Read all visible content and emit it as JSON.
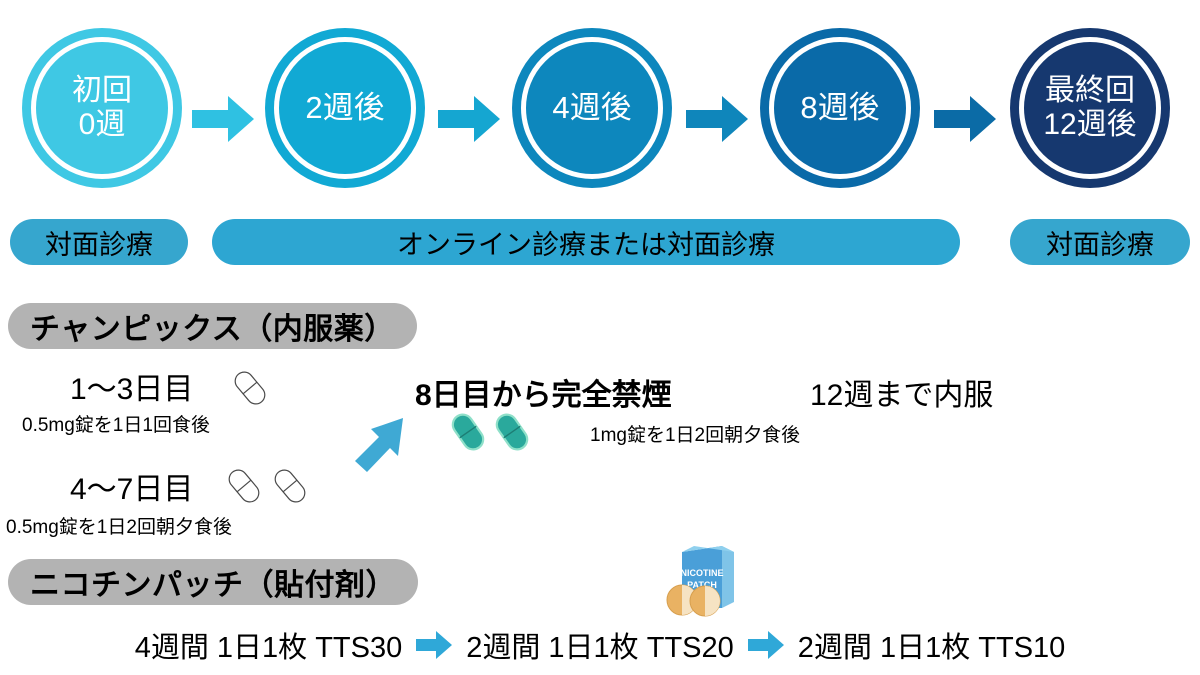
{
  "timeline": {
    "steps": [
      {
        "label": "初回\n0週",
        "fill": "#3fc8e4",
        "name": "step-initial-week0"
      },
      {
        "label": "2週後",
        "fill": "#11a9d4",
        "name": "step-week2"
      },
      {
        "label": "4週後",
        "fill": "#0d87bd",
        "name": "step-week4"
      },
      {
        "label": "8週後",
        "fill": "#0a6aa8",
        "name": "step-week8"
      },
      {
        "label": "最終回\n12週後",
        "fill": "#16386f",
        "name": "step-final-week12"
      }
    ],
    "arrows": [
      {
        "color": "#2fc1e2",
        "name": "timeline-arrow-1"
      },
      {
        "color": "#15a6d1",
        "name": "timeline-arrow-2"
      },
      {
        "color": "#0f86bb",
        "name": "timeline-arrow-3"
      },
      {
        "color": "#0b6ba6",
        "name": "timeline-arrow-4"
      }
    ]
  },
  "banners": [
    {
      "text": "対面診療",
      "color": "#36a6ce",
      "name": "banner-in-person-first"
    },
    {
      "text": "オンライン診療または対面診療",
      "color": "#2da6d2",
      "name": "banner-online-or-in-person"
    },
    {
      "text": "対面診療",
      "color": "#36a6ce",
      "name": "banner-in-person-final"
    }
  ],
  "champix": {
    "header": "チャンピックス（内服薬）",
    "day1_3": {
      "title": "1〜3日目",
      "detail": "0.5mg錠を1日1回食後",
      "capsule_count": 1
    },
    "day4_7": {
      "title": "4〜7日目",
      "detail": "0.5mg錠を1日2回朝夕食後",
      "capsule_count": 2
    },
    "day8": {
      "title": "8日目から完全禁煙",
      "detail": "1mg錠を1日2回朝夕食後",
      "capsule_count": 2,
      "capsule_color": "#2aa99c"
    },
    "duration": "12週まで内服"
  },
  "patch": {
    "header": "ニコチンパッチ（貼付剤）",
    "box_label_line1": "NICOTINE",
    "box_label_line2": "PATCH",
    "arrow_color": "#2fa8d8",
    "schedule": [
      {
        "text": "4週間 1日1枚 TTS30",
        "name": "patch-step-tts30"
      },
      {
        "text": "2週間 1日1枚 TTS20",
        "name": "patch-step-tts20"
      },
      {
        "text": "2週間 1日1枚 TTS10",
        "name": "patch-step-tts10"
      }
    ]
  }
}
